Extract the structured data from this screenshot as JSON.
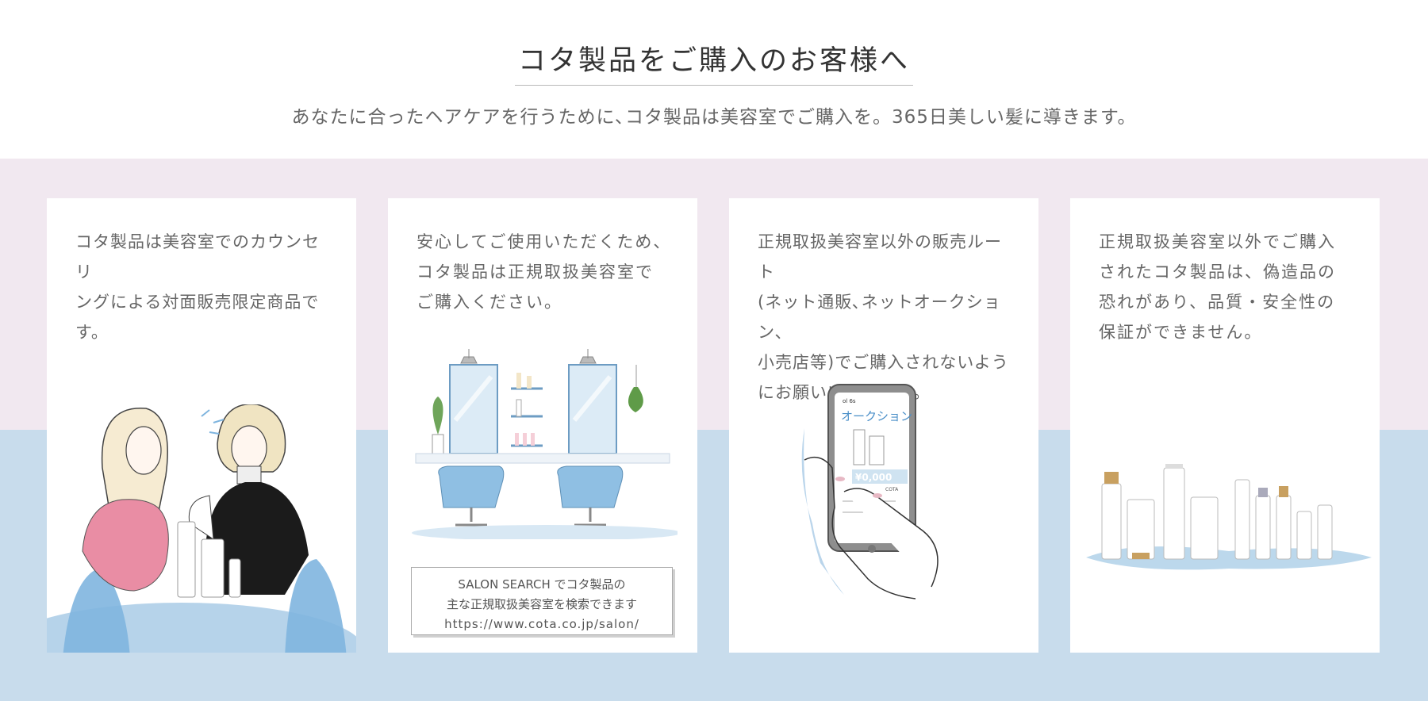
{
  "header": {
    "title": "コタ製品をご購入のお客様へ",
    "subtitle": "あなたに合ったヘアケアを行うために､コタ製品は美容室でご購入を。365日美しい髪に導きます。"
  },
  "colors": {
    "pink_band": "#f1e8f0",
    "blue_band": "#c8dcec",
    "card": "#ffffff",
    "text": "#666666"
  },
  "cards": [
    {
      "text_lines": [
        "コタ製品は美容室でのカウンセリ",
        "ングによる対面販売限定商品です。"
      ],
      "illustration": "two-women-counseling"
    },
    {
      "text_lines": [
        "安心してご使用いただくため、",
        "コタ製品は正規取扱美容室で",
        "ご購入ください。"
      ],
      "illustration": "salon-interior",
      "salon_search": {
        "line1": "SALON SEARCH でコタ製品の",
        "line2": "主な正規取扱美容室を検索できます",
        "url": "https://www.cota.co.jp/salon/"
      }
    },
    {
      "text_lines": [
        "正規取扱美容室以外の販売ルート",
        "(ネット通販､ネットオークション､",
        "小売店等)でご購入されないよう",
        "にお願いいたします。"
      ],
      "illustration": "smartphone-auction",
      "phone_screen": {
        "status_time": "ol 6s",
        "title": "オークション",
        "price": "¥0,000",
        "brand": "COTA"
      }
    },
    {
      "text_lines": [
        "正規取扱美容室以外でご購入",
        "されたコタ製品は、偽造品の",
        "恐れがあり、品質・安全性の",
        "保証ができません。"
      ],
      "illustration": "product-lineup"
    }
  ]
}
